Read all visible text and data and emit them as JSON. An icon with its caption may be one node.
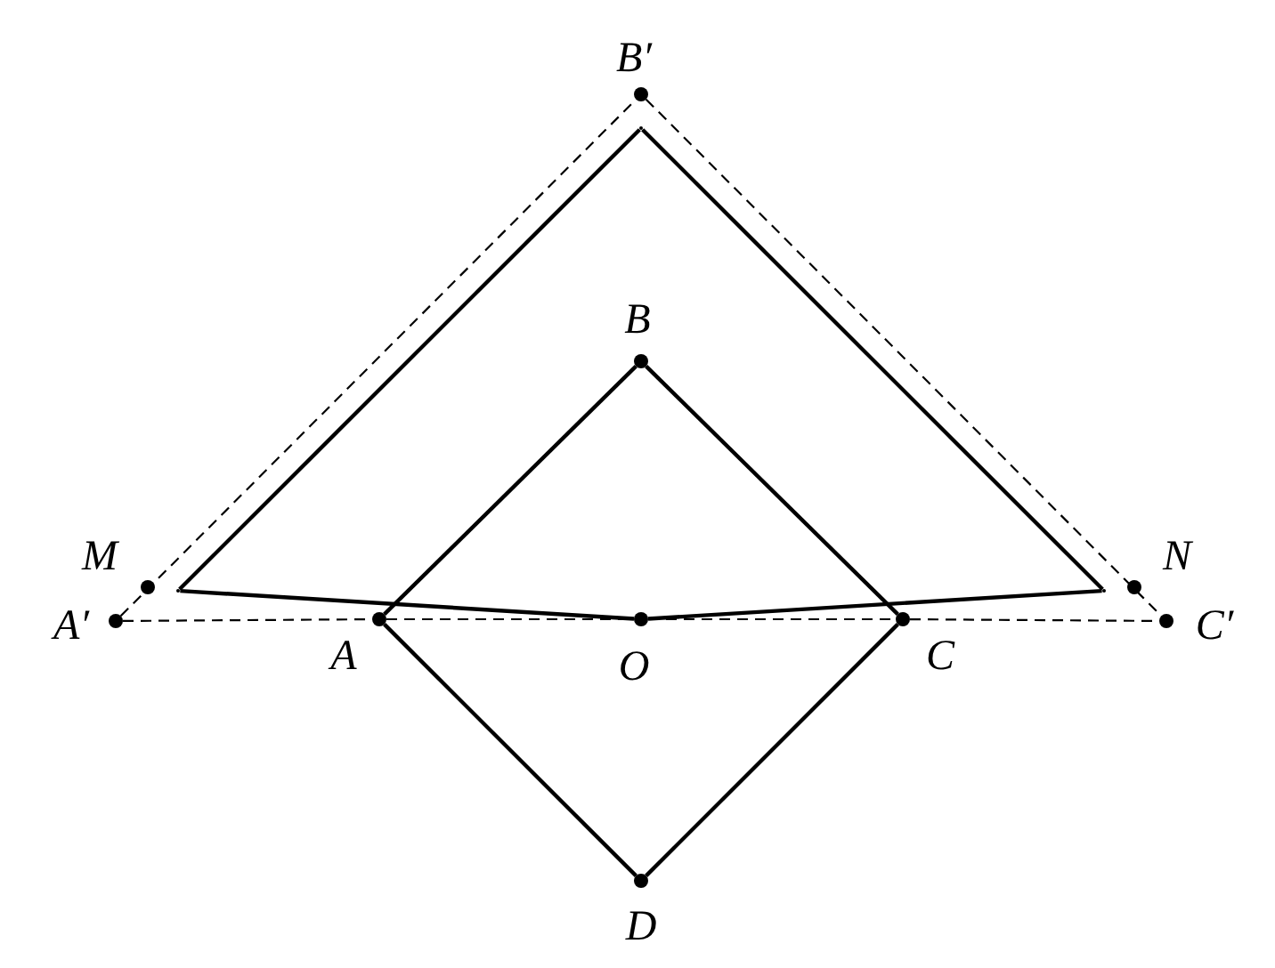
{
  "diagram": {
    "nodes": [
      {
        "text": [
          "B′"
        ]
      },
      {
        "text": [
          "B"
        ]
      },
      {
        "text": [
          "M"
        ]
      },
      {
        "text": [
          "N"
        ]
      },
      {
        "text": [
          "A′"
        ]
      },
      {
        "text": [
          "A"
        ]
      },
      {
        "text": [
          "O"
        ]
      },
      {
        "text": [
          "C"
        ]
      },
      {
        "text": [
          "C′"
        ]
      },
      {
        "text": [
          "D"
        ]
      },
      {
        "text": [],
        "shape": "point"
      },
      {
        "text": [],
        "shape": "point"
      },
      {
        "text": [],
        "shape": "point"
      }
    ],
    "edges": [
      {
        "from": 10,
        "to": 11,
        "arrow": "none"
      },
      {
        "from": 11,
        "to": 12,
        "arrow": "none"
      },
      {
        "from": 10,
        "to": 6,
        "arrow": "none"
      },
      {
        "from": 6,
        "to": 12,
        "arrow": "none"
      },
      {
        "from": 5,
        "to": 1,
        "arrow": "none"
      },
      {
        "from": 1,
        "to": 7,
        "arrow": "none"
      },
      {
        "from": 7,
        "to": 9,
        "arrow": "none"
      },
      {
        "from": 9,
        "to": 5,
        "arrow": "none"
      },
      {
        "from": 4,
        "to": 0,
        "arrow": "none",
        "style": "dashed"
      },
      {
        "from": 0,
        "to": 8,
        "arrow": "none",
        "style": "dashed"
      },
      {
        "from": 4,
        "to": 5,
        "arrow": "none",
        "style": "dashed"
      },
      {
        "from": 5,
        "to": 6,
        "arrow": "none",
        "style": "dashed"
      },
      {
        "from": 6,
        "to": 7,
        "arrow": "none",
        "style": "dashed"
      },
      {
        "from": 7,
        "to": 8,
        "arrow": "none",
        "style": "dashed"
      }
    ]
  }
}
